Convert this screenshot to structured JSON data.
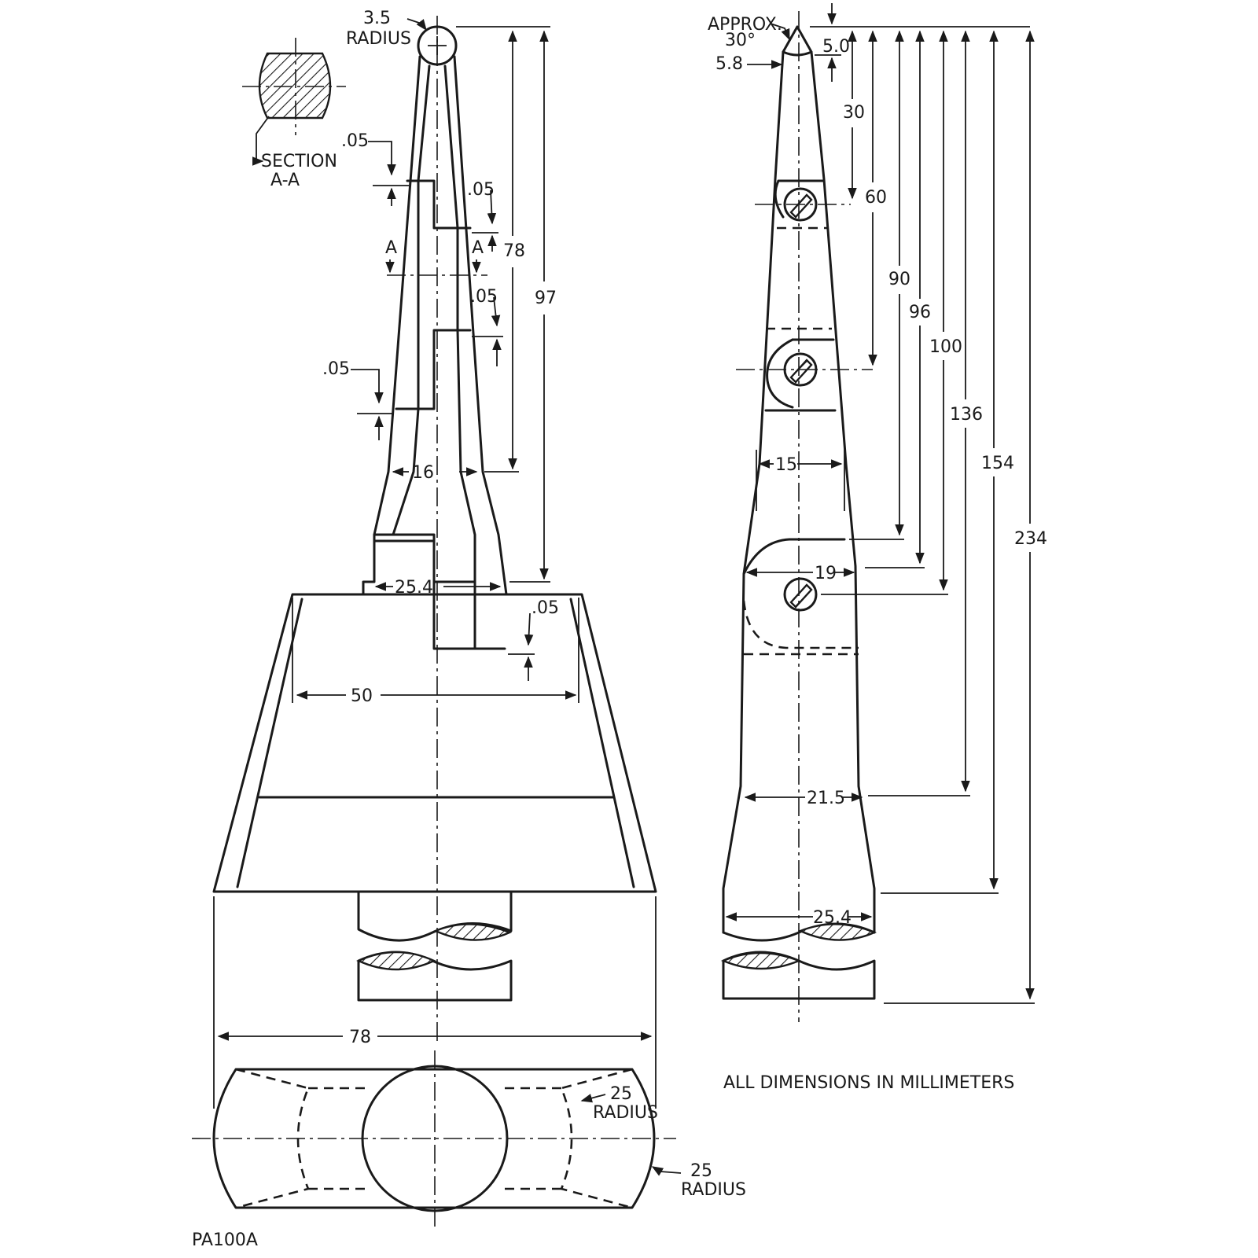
{
  "front_view": {
    "tip_radius": "3.5",
    "tip_radius_word": "RADIUS",
    "section_label_1": "SECTION",
    "section_label_2": "A-A",
    "cut_marker_left": "A",
    "cut_marker_right": "A",
    "gap_1": ".05",
    "gap_2": ".05",
    "gap_3": ".05",
    "gap_4": ".05",
    "gap_5": ".05",
    "height_78": "78",
    "height_97": "97",
    "width_16": "16",
    "width_25_4": "25.4",
    "width_50": "50"
  },
  "bottom_view": {
    "width_78": "78",
    "inner_radius": "25",
    "inner_radius_word": "RADIUS",
    "outer_radius": "25",
    "outer_radius_word": "RADIUS",
    "part_number": "PA100A"
  },
  "side_view": {
    "tip_angle_1": "APPROX.",
    "tip_angle_2": "30°",
    "tip_width": "5.8",
    "dim_5_0": "5.0",
    "dim_30": "30",
    "dim_60": "60",
    "dim_90": "90",
    "dim_96": "96",
    "dim_100": "100",
    "dim_136": "136",
    "dim_154": "154",
    "dim_234": "234",
    "width_15": "15",
    "width_19": "19",
    "width_21_5": "21.5",
    "width_25_4": "25.4"
  },
  "note": "ALL DIMENSIONS IN MILLIMETERS"
}
